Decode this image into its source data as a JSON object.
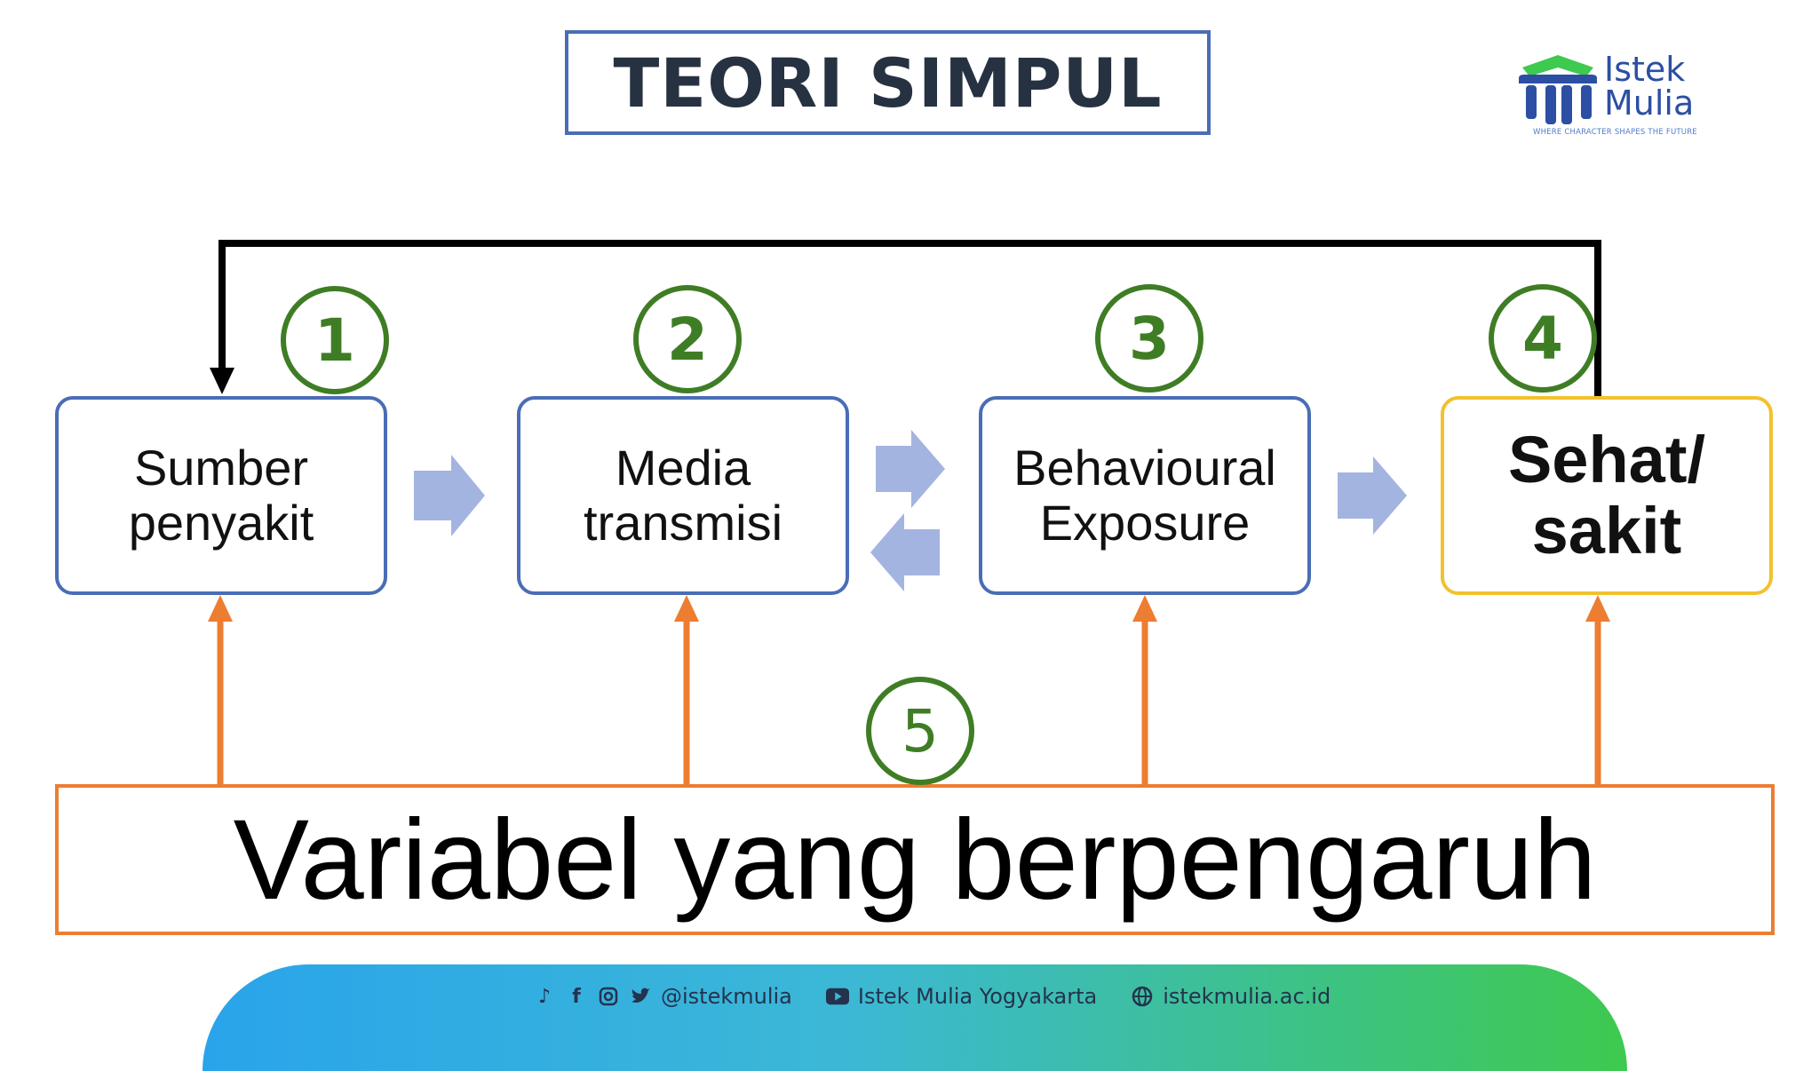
{
  "title": "TEORI SIMPUL",
  "logo": {
    "line1": "Istek",
    "line2": "Mulia",
    "tagline": "WHERE CHARACTER SHAPES THE FUTURE",
    "colors": {
      "blue": "#2c4fa3",
      "green": "#3ec94f"
    }
  },
  "nodes": [
    {
      "number": "1",
      "label_line1": "Sumber",
      "label_line2": "penyakit"
    },
    {
      "number": "2",
      "label_line1": "Media",
      "label_line2": "transmisi"
    },
    {
      "number": "3",
      "label_line1": "Behavioural",
      "label_line2": "Exposure"
    },
    {
      "number": "4",
      "label_line1": "Sehat/",
      "label_line2": "sakit"
    }
  ],
  "variables": {
    "number": "5",
    "label": "Variabel yang berpengaruh"
  },
  "footer": {
    "social_handle": "@istekmulia",
    "youtube": "Istek Mulia Yogyakarta",
    "website": "istekmulia.ac.id"
  },
  "colors": {
    "node_border": "#4a6db5",
    "outcome_border": "#f2c12e",
    "number_circle": "#3f7d25",
    "flow_arrow": "#a4b4e0",
    "influence_arrow": "#ed7d31",
    "feedback_line": "#000000"
  }
}
